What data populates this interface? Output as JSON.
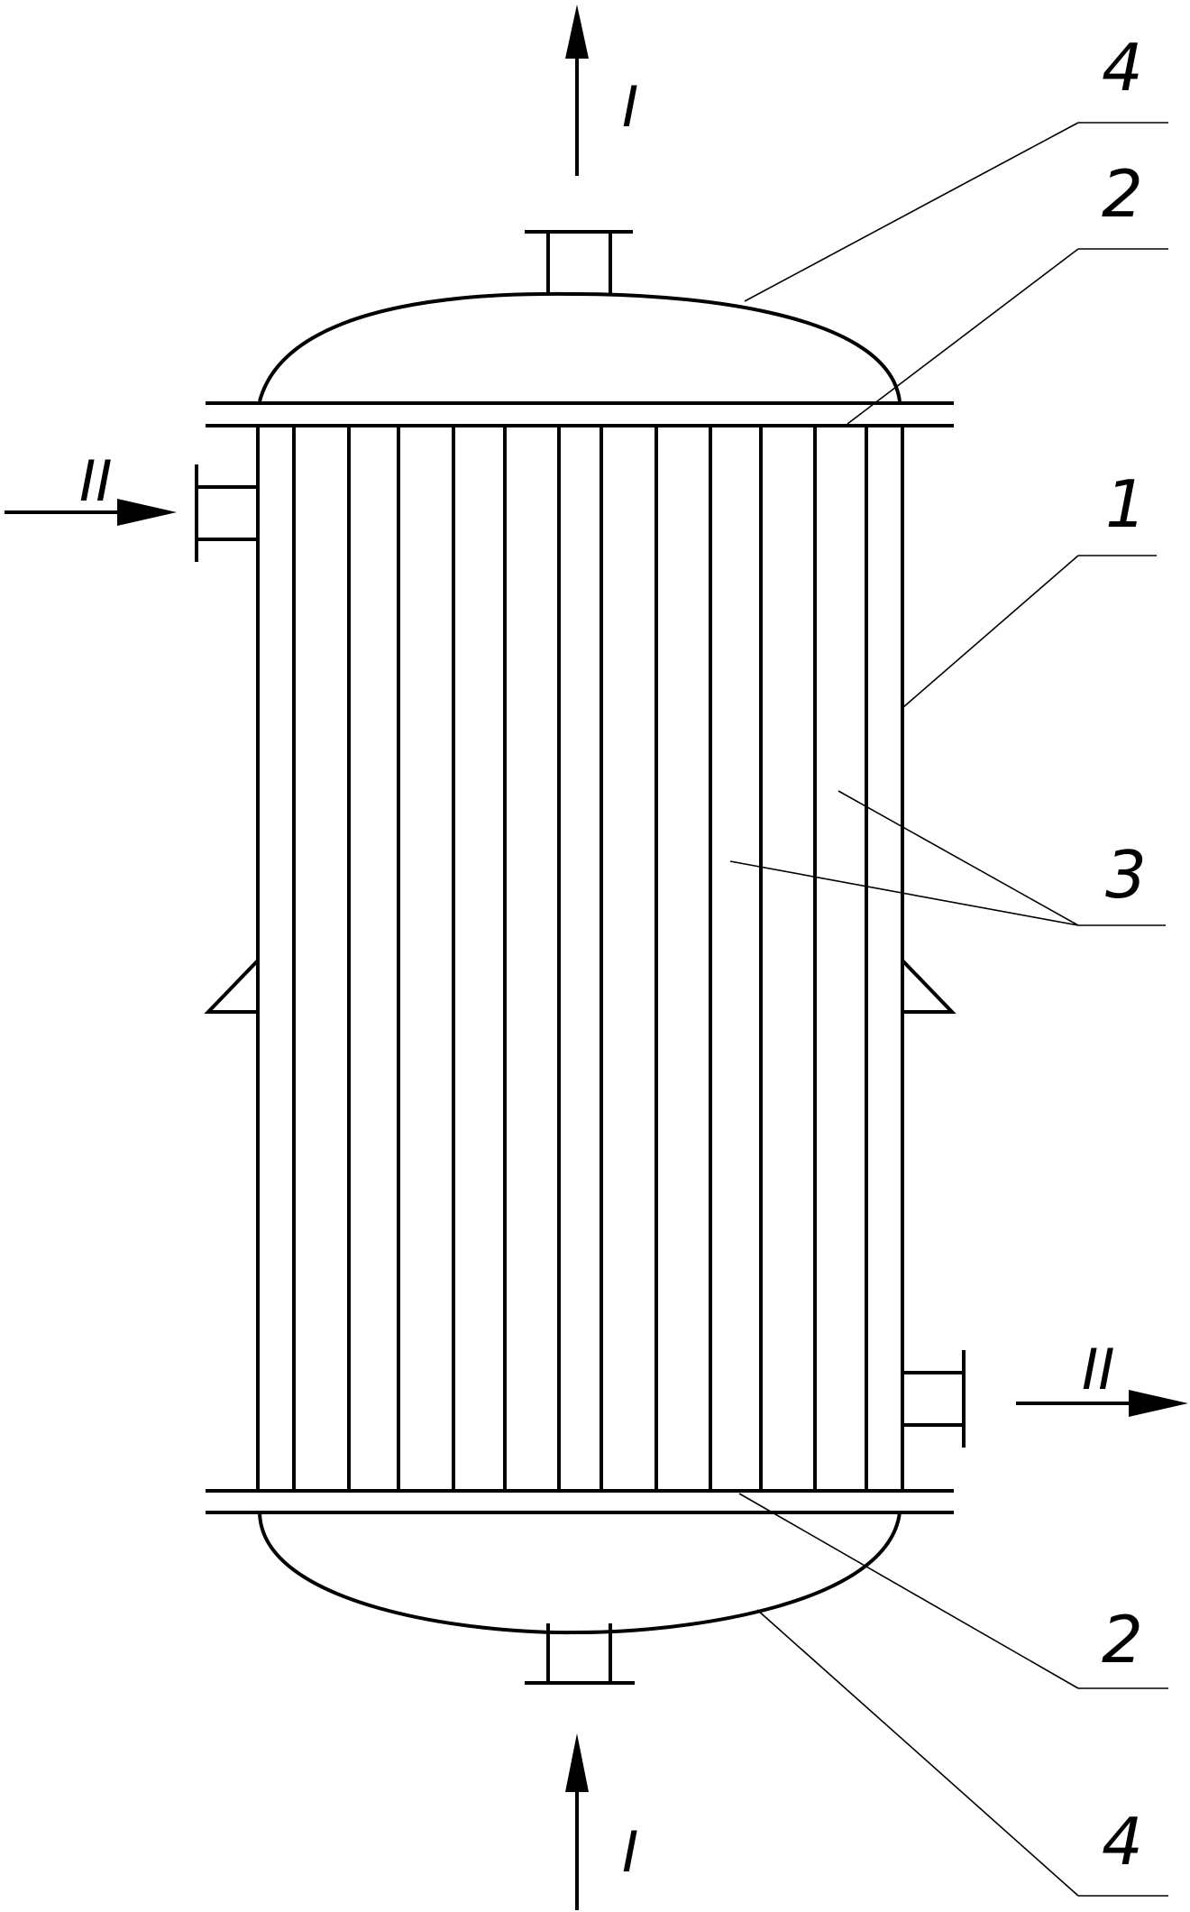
{
  "diagram": {
    "type": "shell-and-tube heat exchanger",
    "tube_count": 13,
    "callouts": {
      "top_head": "4",
      "top_tubesheet": "2",
      "shell": "1",
      "tubes": "3",
      "bottom_tubesheet": "2",
      "bottom_head": "4"
    },
    "flows": {
      "tube_side_in": "I",
      "tube_side_out": "I",
      "shell_side_in": "II",
      "shell_side_out": "II"
    }
  }
}
